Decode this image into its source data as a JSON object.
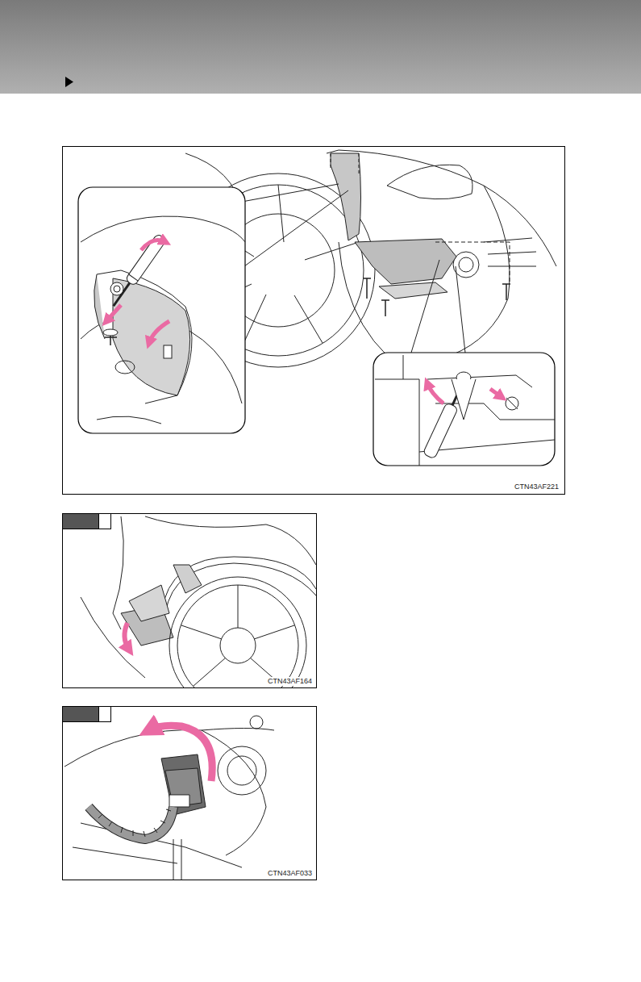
{
  "diagram": {
    "labels": [
      "CTN43AF221",
      "CTN43AF164",
      "CTN43AF033"
    ]
  }
}
